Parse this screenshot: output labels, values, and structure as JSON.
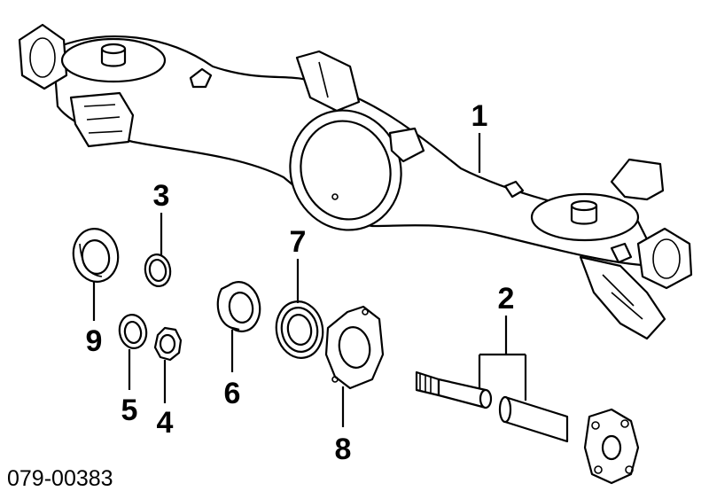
{
  "callouts": {
    "c1": "1",
    "c2": "2",
    "c3": "3",
    "c4": "4",
    "c5": "5",
    "c6": "6",
    "c7": "7",
    "c8": "8",
    "c9": "9"
  },
  "diagram_code": "079-00383"
}
